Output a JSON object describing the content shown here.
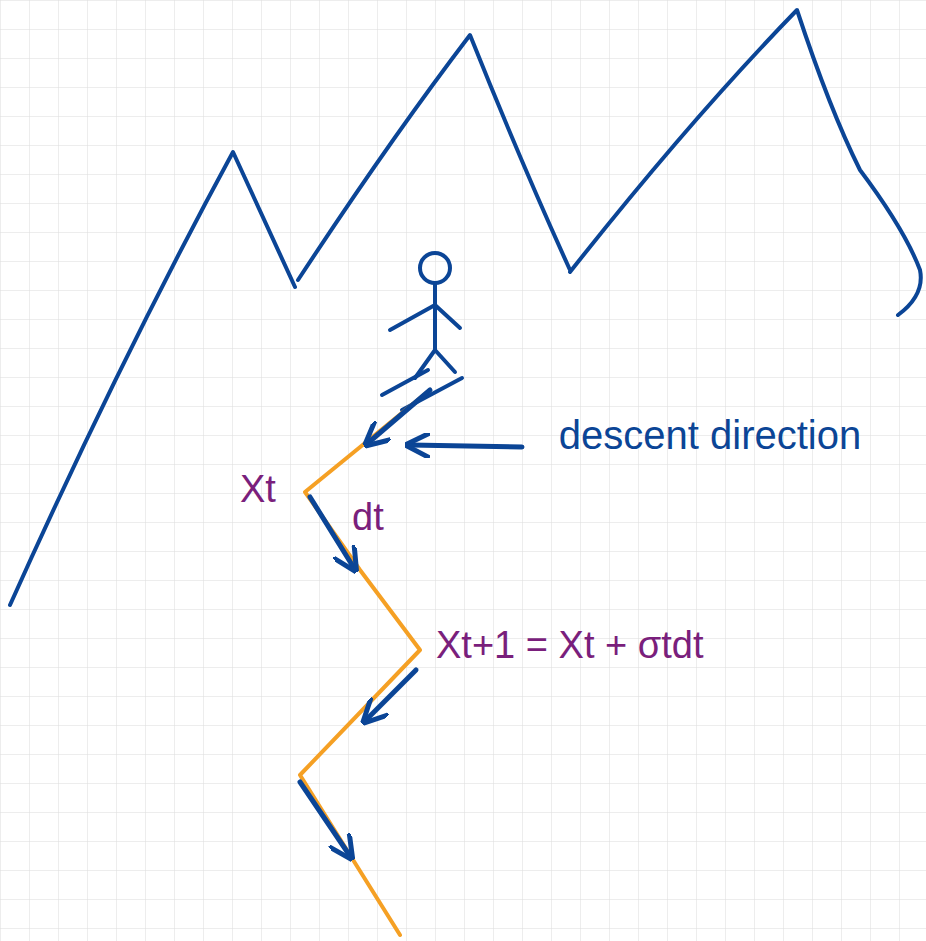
{
  "diagram": {
    "labels": [
      "descent direction",
      "Xt",
      "dt",
      "Xt+1 = Xt + σtdt"
    ]
  }
}
